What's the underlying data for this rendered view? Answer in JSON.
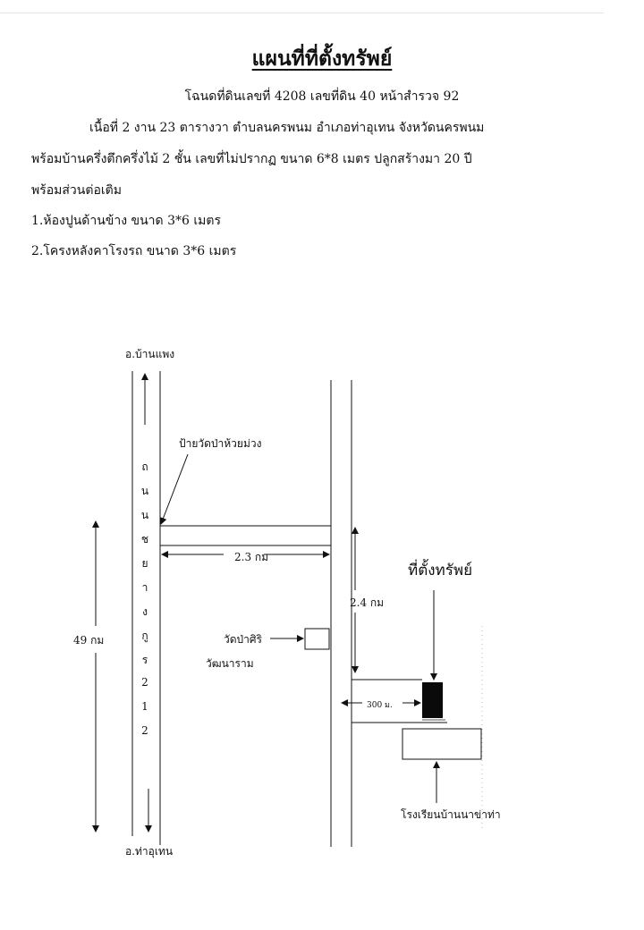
{
  "document": {
    "title": "แผนที่ที่ตั้งทรัพย์",
    "line1": "โฉนดที่ดินเลขที่ 4208   เลขที่ดิน 40   หน้าสำรวจ 92",
    "line2": "เนื้อที่ 2 งาน 23 ตารางวา  ตำบลนครพนม  อำเภอท่าอุเทน  จังหวัดนครพนม",
    "line3": "พร้อมบ้านครึ่งตึกครึ่งไม้ 2 ชั้น เลขที่ไม่ปรากฏ ขนาด 6*8 เมตร ปลูกสร้างมา 20 ปี",
    "line4": "พร้อมส่วนต่อเติม",
    "line5": "1.ห้องปูนด้านข้าง ขนาด 3*6 เมตร",
    "line6": "2.โครงหลังคาโรงรถ ขนาด 3*6 เมตร"
  },
  "map": {
    "north_label": "อ.บ้านแพง",
    "south_label": "อ.ท่าอุเทน",
    "sign_label": "ป้ายวัดป่าห้วยม่วง",
    "dist_left": "49 กม",
    "dist_horizontal": "2.3 กม",
    "dist_vertical": "2.4 กม",
    "temple_line1": "วัดป่าศิริ",
    "temple_line2": "วัฒนาราม",
    "property_label": "ที่ตั้งทรัพย์",
    "dist_short": "300 ม.",
    "school_label": "โรงเรียนบ้านนาข่าท่า",
    "road_chars": [
      "ถ",
      "น",
      "น",
      "ช",
      "ย",
      "า",
      "ง",
      "กู",
      "ร",
      "2",
      "1",
      "2"
    ]
  }
}
